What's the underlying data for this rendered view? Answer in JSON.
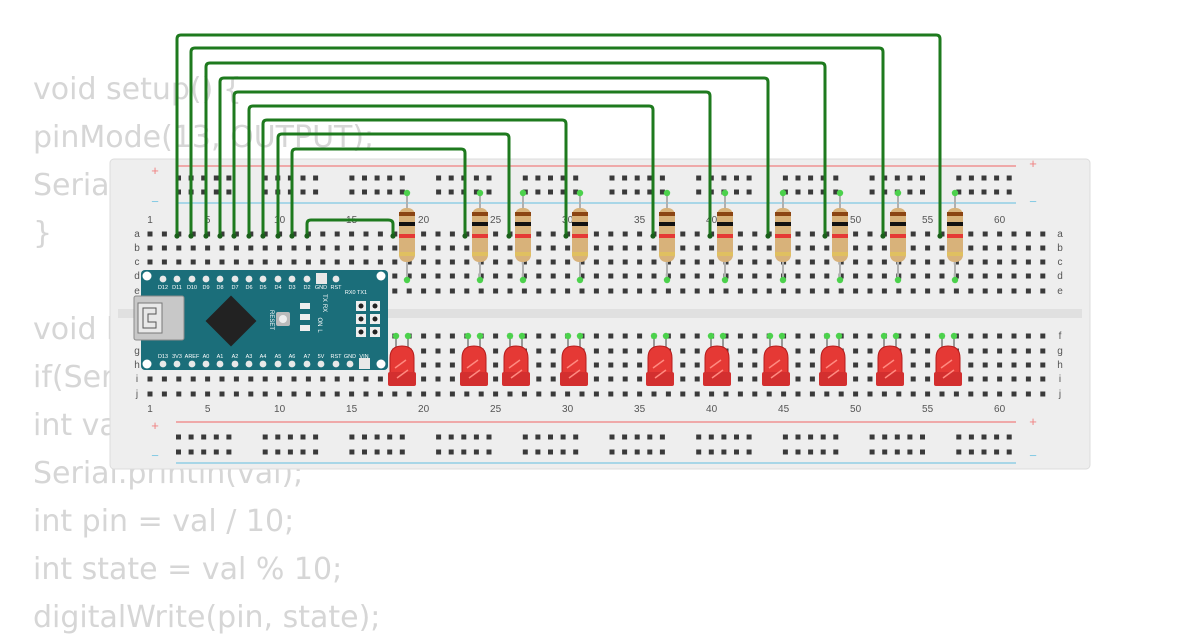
{
  "code_lines": [
    "void setup() {",
    "pinMode(13, OUTPUT);",
    "Serial.begin(9600);",
    "}",
    "",
    "void loop() {",
    "if(Serial.available()) {",
    "int val = Serial.parseInt();",
    "Serial.println(val);",
    "int pin = val / 10;",
    "int state = val % 10;",
    "digitalWrite(pin, state);"
  ],
  "breadboard": {
    "column_numbers": [
      "1",
      "5",
      "10",
      "15",
      "20",
      "25",
      "30",
      "35",
      "40",
      "45",
      "50",
      "55",
      "60"
    ],
    "row_letters_top": [
      "a",
      "b",
      "c",
      "d",
      "e"
    ],
    "row_letters_bottom": [
      "f",
      "g",
      "h",
      "i",
      "j"
    ],
    "rail_plus": "+",
    "rail_minus": "−"
  },
  "arduino": {
    "top_pins": [
      "D12",
      "D11",
      "D10",
      "D9",
      "D8",
      "D7",
      "D6",
      "D5",
      "D4",
      "D3",
      "D2",
      "GND",
      "RST"
    ],
    "top_right": "RX0 TX1",
    "bottom_pins": [
      "D13",
      "3V3",
      "AREF",
      "A0",
      "A1",
      "A2",
      "A3",
      "A4",
      "A5",
      "A6",
      "A7",
      "5V",
      "RST",
      "GND",
      "VIN"
    ],
    "reset_label": "RESET",
    "tx_label": "TX",
    "rx_label": "RX",
    "on_label": "ON",
    "l_label": "L"
  },
  "colors": {
    "wire": "#1e7a1e",
    "board": "#1b6e7a",
    "led": "#e53935",
    "resistor": "#d8b27a",
    "rail_red": "#f08080",
    "rail_blue": "#7ec8e3",
    "breadboard": "#eeeeee",
    "code_text": "#d6d6d6"
  },
  "icons": [
    "usb-port-icon",
    "chip-icon",
    "reset-button-icon",
    "icsp-header-icon"
  ]
}
